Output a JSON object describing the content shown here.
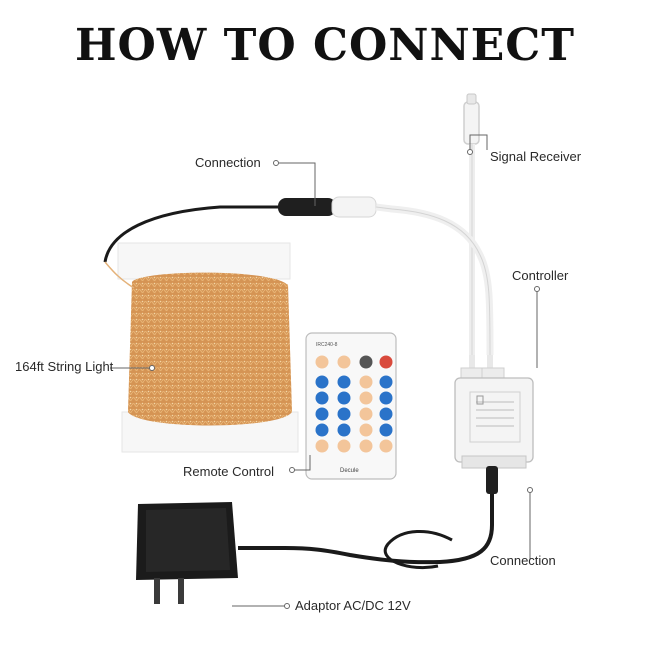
{
  "title": "HOW TO CONNECT",
  "labels": {
    "connection_top": "Connection",
    "signal_receiver": "Signal Receiver",
    "controller": "Controller",
    "string_light": "164ft String Light",
    "remote_control": "Remote Control",
    "connection_bottom": "Connection",
    "adaptor": "Adaptor AC/DC 12V"
  },
  "remote": {
    "model": "IRC240-8",
    "brand": "Decule"
  },
  "colors": {
    "copper_wire": "#d99a55",
    "cable_white": "#f2f2f2",
    "cable_black": "#1a1a1a",
    "button_blue": "#2a73c9",
    "button_peach": "#f3c59a",
    "button_red": "#d94a3c",
    "leader_line": "#666666"
  }
}
